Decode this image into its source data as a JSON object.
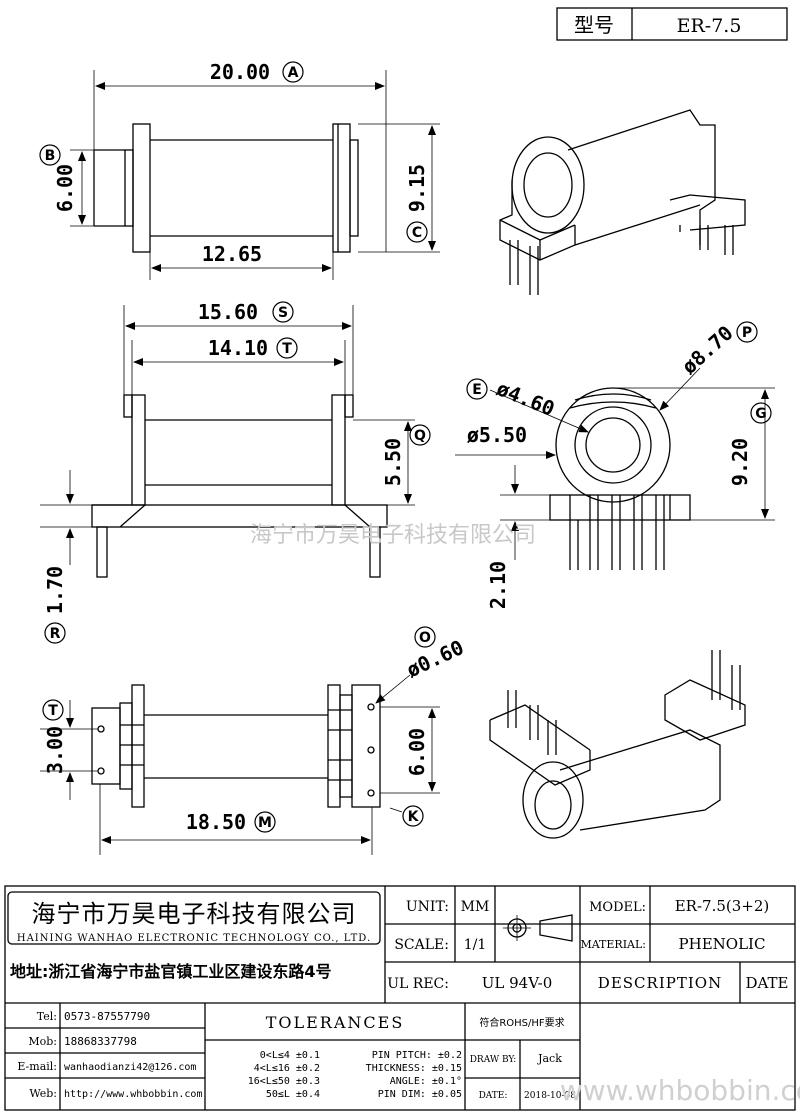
{
  "header": {
    "type_label": "型号",
    "type_value": "ER-7.5"
  },
  "dims": {
    "a": "20.00",
    "a_ref": "A",
    "b": "6.00",
    "b_ref": "B",
    "c": "9.15",
    "c_ref": "C",
    "d": "12.65",
    "s": "15.60",
    "s_ref": "S",
    "t_top": "14.10",
    "t_top_ref": "T",
    "h": "5.50",
    "r": "1.70",
    "r_ref": "R",
    "e": "ø4.60",
    "e_ref": "E",
    "p": "ø8.70",
    "p_ref": "P",
    "q": "ø5.50",
    "q_ref": "Q",
    "g": "9.20",
    "g_ref": "G",
    "pin_len": "2.10",
    "o": "ø0.60",
    "o_ref": "O",
    "t": "3.00",
    "t_ref": "T",
    "k": "6.00",
    "k_ref": "K",
    "m": "18.50",
    "m_ref": "M"
  },
  "watermark": "海宁市万昊电子科技有限公司",
  "titleblock": {
    "company_cn": "海宁市万昊电子科技有限公司",
    "company_en": "HAINING WANHAO ELECTRONIC TECHNOLOGY CO., LTD.",
    "address": "地址:浙江省海宁市盐官镇工业区建设东路4号",
    "unit_label": "UNIT:",
    "unit_value": "MM",
    "scale_label": "SCALE:",
    "scale_value": "1/1",
    "ulrec_label": "UL REC:",
    "ulrec_value": "UL 94V-0",
    "model_label": "MODEL:",
    "model_value": "ER-7.5(3+2)",
    "material_label": "MATERIAL:",
    "material_value": "PHENOLIC",
    "description": "DESCRIPTION",
    "date_col": "DATE",
    "tel_label": "Tel:",
    "tel_value": "0573-87557790",
    "mob_label": "Mob:",
    "mob_value": "18868337798",
    "email_label": "E-mail:",
    "email_value": "wanhaodianzi42@126.com",
    "web_label": "Web:",
    "web_value": "http://www.whbobbin.com",
    "tolerances": "TOLERANCES",
    "rohs": "符合ROHS/HF要求",
    "tol_rows": [
      "0<L≤4 ±0.1",
      "4<L≤16 ±0.2",
      "16<L≤50 ±0.3",
      "50≤L ±0.4"
    ],
    "tol_rows2": [
      "PIN PITCH: ±0.2",
      "THICKNESS: ±0.15",
      "ANGLE: ±0.1°",
      "PIN DIM: ±0.05"
    ],
    "drawby_label": "DRAW BY:",
    "drawby_value": "Jack",
    "date_label": "DATE:",
    "date_value": "2018-10-08",
    "site_watermark": "www.whbobbin.com"
  }
}
